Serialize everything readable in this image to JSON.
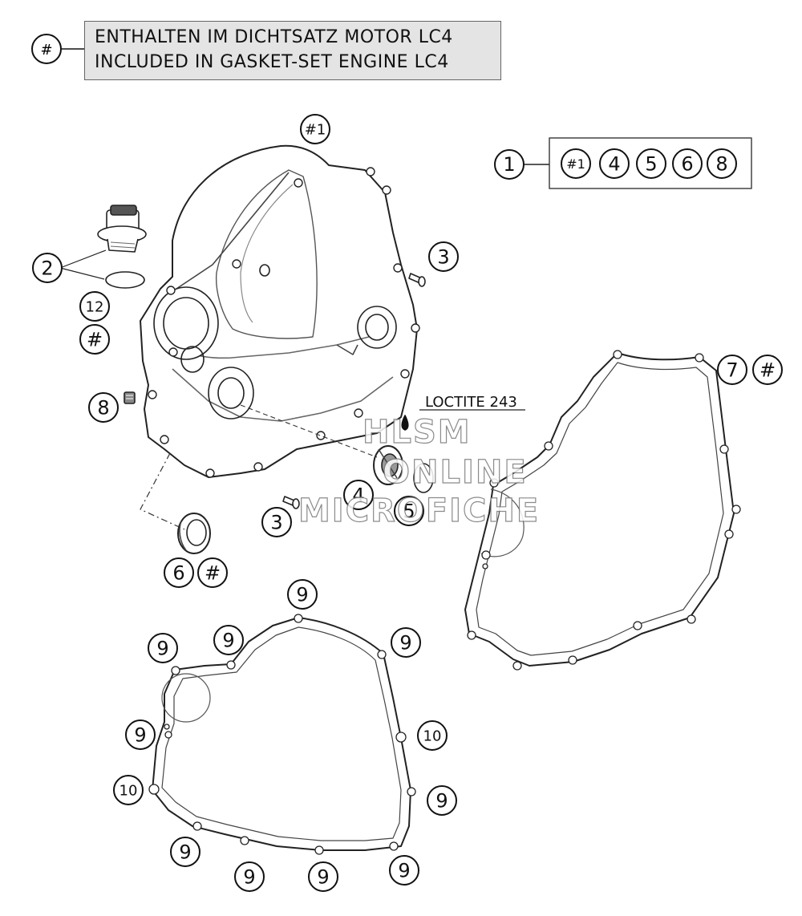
{
  "legend": {
    "marker": "#",
    "line1": "ENTHALTEN IM DICHTSATZ MOTOR LC4",
    "line2": "INCLUDED IN GASKET-SET ENGINE LC4"
  },
  "kit": {
    "number": "1",
    "contents": [
      "#1",
      "4",
      "5",
      "6",
      "8"
    ]
  },
  "callouts": {
    "cover_top": "#1",
    "plug": "2",
    "oring_a": "12",
    "oring_b": "#",
    "screw_right": "3",
    "screw_bottom": "3",
    "nipple": "8",
    "seal_4": "4",
    "seal_5": "5",
    "shaft_seal": "6",
    "shaft_seal_hash": "#",
    "gasket": "7",
    "gasket_hash": "#",
    "n9": "9",
    "n10": "10"
  },
  "note": "LOCTITE 243",
  "watermark": {
    "line1": "HLSM",
    "line2": "ONLINE",
    "line3": "MICROFICHE"
  }
}
